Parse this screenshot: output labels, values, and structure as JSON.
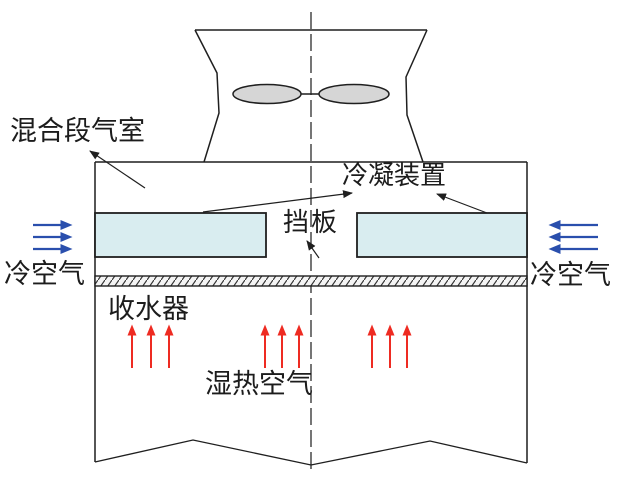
{
  "diagram": {
    "title_context": "cooling tower condensation schematic",
    "labels": {
      "mixing_chamber": "混合段气室",
      "condenser": "冷凝装置",
      "baffle": "挡板",
      "cold_air_left": "冷空气",
      "cold_air_right": "冷空气",
      "water_collector": "收水器",
      "humid_hot_air": "湿热空气"
    },
    "arrows": {
      "cold_air_left": {
        "count": 3,
        "direction": "right",
        "color": "#2a4fad"
      },
      "cold_air_right": {
        "count": 3,
        "direction": "left",
        "color": "#2a4fad"
      },
      "humid_hot_air": {
        "count": 9,
        "direction": "up",
        "color": "#ee2b22"
      }
    },
    "colors": {
      "cold_air_arrow": "#2a4fad",
      "hot_air_arrow": "#ee2b22",
      "condenser_fill": "#d9edf0",
      "fan_blade_fill": "#d6d6d6",
      "outline": "#1f1f1f",
      "background": "#ffffff"
    }
  }
}
